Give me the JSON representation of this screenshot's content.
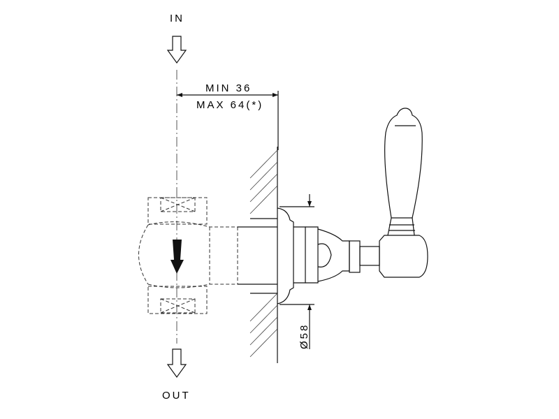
{
  "labels": {
    "inlet": "IN",
    "outlet": "OUT",
    "depth_min": "MIN 36",
    "depth_max": "MAX 64(*)",
    "escutcheon_diameter": "Ø58"
  }
}
